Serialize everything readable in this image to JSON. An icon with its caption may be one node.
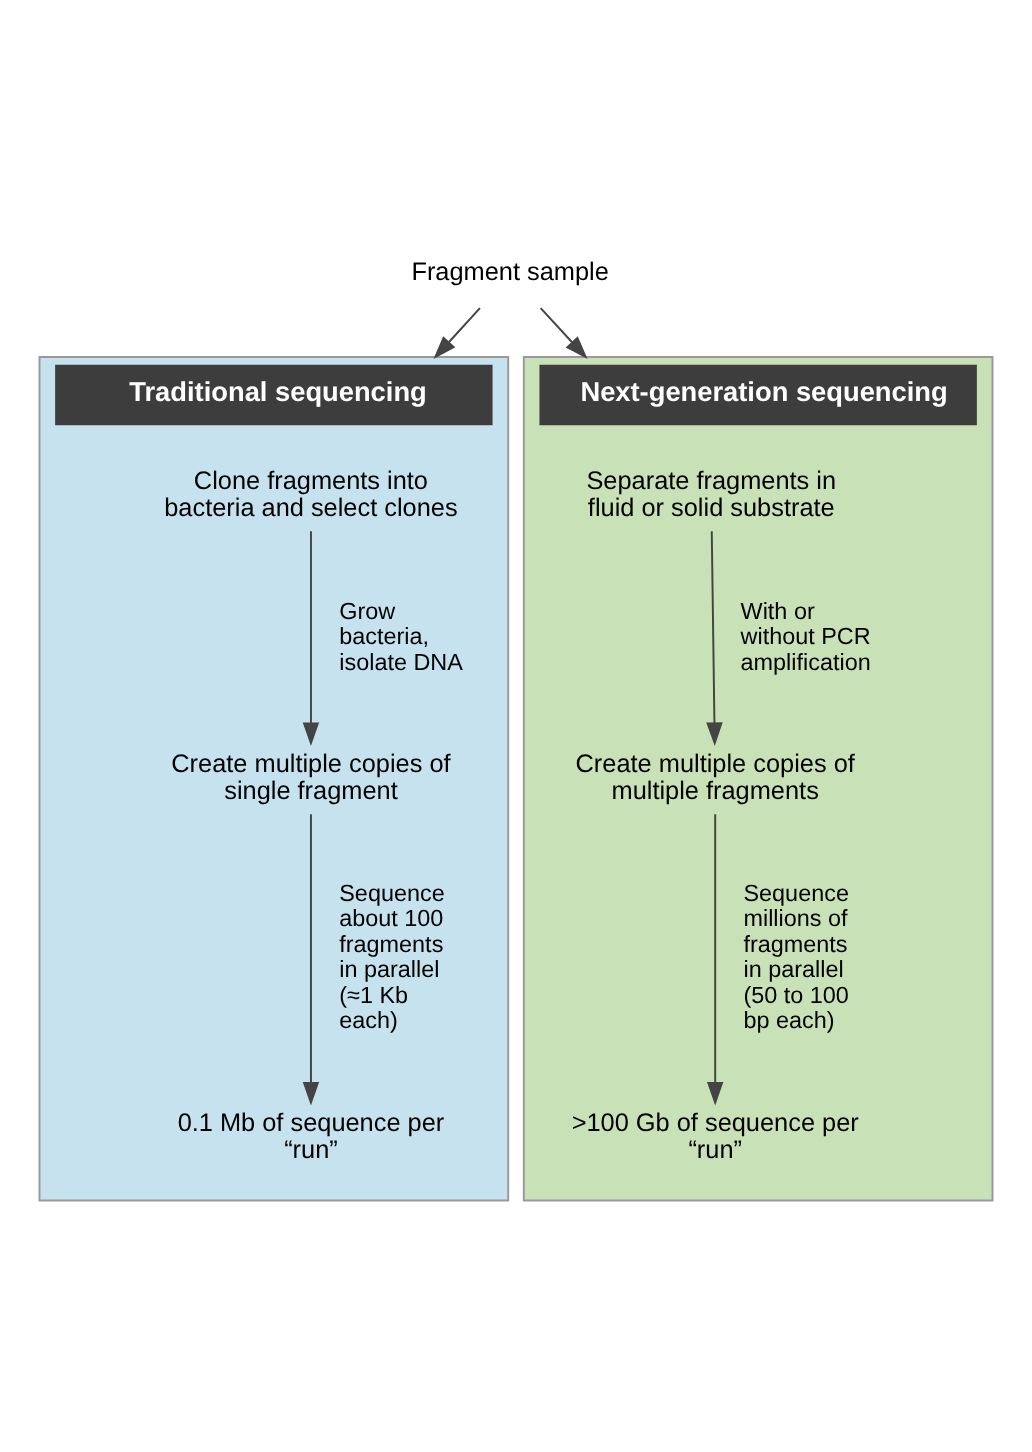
{
  "diagram": {
    "nodes": [
      {
        "text": [
          "Fragment sample"
        ]
      },
      {
        "text": [
          "Traditional sequencing"
        ]
      },
      {
        "text": [
          "Clone fragments into bacteria and select clones"
        ],
        "in": 1
      },
      {
        "text": [
          "Create multiple copies of single fragment"
        ],
        "in": 1
      },
      {
        "text": [
          "0.1 Mb of sequence per “run”"
        ],
        "in": 1
      },
      {
        "text": [
          "Next-generation sequencing"
        ]
      },
      {
        "text": [
          "Separate fragments in fluid or solid substrate"
        ],
        "in": 5
      },
      {
        "text": [
          "Create multiple copies of multiple fragments"
        ],
        "in": 5
      },
      {
        "text": [
          ">100 Gb of sequence per “run”"
        ],
        "in": 5
      }
    ],
    "edges": [
      {
        "from": 0,
        "to": 1,
        "arrow": "to"
      },
      {
        "from": 0,
        "to": 5,
        "arrow": "to"
      },
      {
        "from": 2,
        "to": 3,
        "arrow": "to",
        "label": "Grow bacteria, isolate DNA"
      },
      {
        "from": 3,
        "to": 4,
        "arrow": "to",
        "label": "Sequence about 100 fragments in parallel (≈1 Kb each)"
      },
      {
        "from": 6,
        "to": 7,
        "arrow": "to",
        "label": "With or without PCR amplification"
      },
      {
        "from": 7,
        "to": 8,
        "arrow": "to",
        "label": "Sequence millions of fragments in parallel (50 to 100 bp each)"
      }
    ]
  }
}
